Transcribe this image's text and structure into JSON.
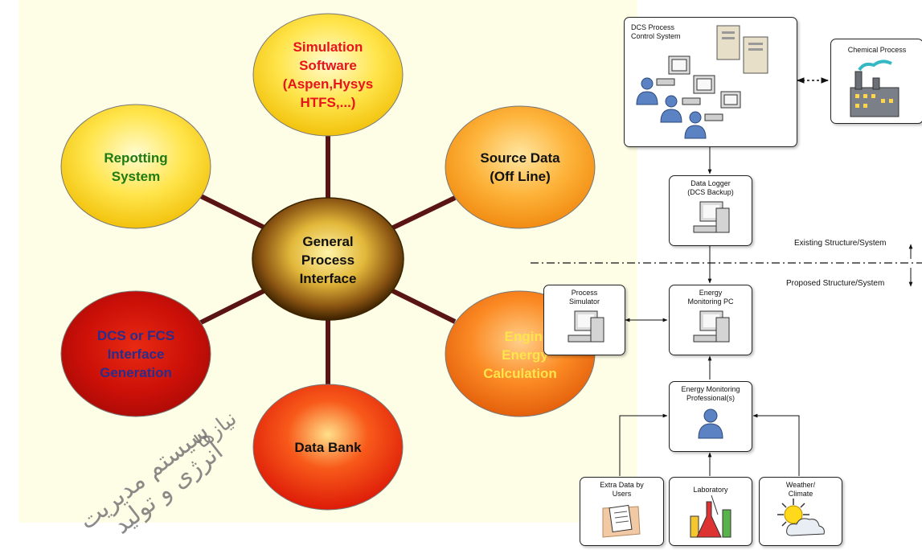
{
  "left_diagram": {
    "center": {
      "label_lines": [
        "General",
        "Process",
        "Interface"
      ]
    },
    "nodes": [
      {
        "id": "simulation-software",
        "lines": [
          "Simulation",
          "Software",
          "(Aspen,Hysys",
          "HTFS,...)"
        ],
        "text_color": "#e8141c"
      },
      {
        "id": "source-data",
        "lines": [
          "Source Data",
          "(Off Line)"
        ],
        "text_color": "#111111"
      },
      {
        "id": "engineering-energy",
        "lines": [
          "Engine",
          "Energy",
          "Calculation"
        ],
        "text_color": "#ffe44a"
      },
      {
        "id": "data-bank",
        "lines": [
          "Data Bank"
        ],
        "text_color": "#111111"
      },
      {
        "id": "dcs-fcs",
        "lines": [
          "DCS or FCS",
          "Interface",
          "Generation"
        ],
        "text_color": "#2a2d8c"
      },
      {
        "id": "reporting-system",
        "lines": [
          "Repotting",
          "System"
        ],
        "text_color": "#1e7a12"
      }
    ],
    "colors": {
      "spoke": "#5a1414",
      "center_edge": "#3a2400",
      "center_fill": "#c9a126"
    }
  },
  "right_diagram": {
    "boxes": {
      "dcs": [
        "DCS Process",
        "Control System"
      ],
      "chemical": [
        "Chemical Process"
      ],
      "logger": [
        "Data Logger",
        "(DCS Backup)"
      ],
      "simulator": [
        "Process",
        "Simulator"
      ],
      "energy_pc": [
        "Energy",
        "Monitoring PC"
      ],
      "professional": [
        "Energy Monitoring",
        "Professional(s)"
      ],
      "extra": [
        "Extra Data by",
        "Users"
      ],
      "lab": [
        "Laboratory"
      ],
      "weather": [
        "Weather/",
        "Climate"
      ]
    },
    "existing_label": "Existing Structure/System",
    "proposed_label": "Proposed Structure/System"
  },
  "watermark": {
    "line1": "سیستم مدیریت",
    "line2": "انرژی و تولید",
    "line3": "نیازها"
  }
}
